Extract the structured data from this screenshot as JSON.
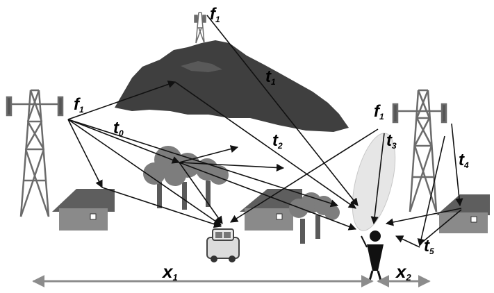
{
  "labels": {
    "f1_top": {
      "main": "f",
      "sub": "1"
    },
    "f1_left": {
      "main": "f",
      "sub": "1"
    },
    "f1_right": {
      "main": "f",
      "sub": "1"
    },
    "t1": {
      "main": "t",
      "sub": "1"
    },
    "t0": {
      "main": "t",
      "sub": "0"
    },
    "t2": {
      "main": "t",
      "sub": "2"
    },
    "t3": {
      "main": "t",
      "sub": "3"
    },
    "t4": {
      "main": "t",
      "sub": "4"
    },
    "t5": {
      "main": "t",
      "sub": "5"
    },
    "x1": {
      "main": "x",
      "sub": "1"
    },
    "x2": {
      "main": "x",
      "sub": "2"
    }
  },
  "colors": {
    "mountain": "#3f3f3f",
    "tower": "#6b6b6b",
    "house": "#8a8a8a",
    "roof": "#5e5e5e",
    "tree": "#7d7d7d",
    "beam": "#e6e6e6",
    "arrow": "#111111",
    "dimension": "#8c8c8c"
  }
}
